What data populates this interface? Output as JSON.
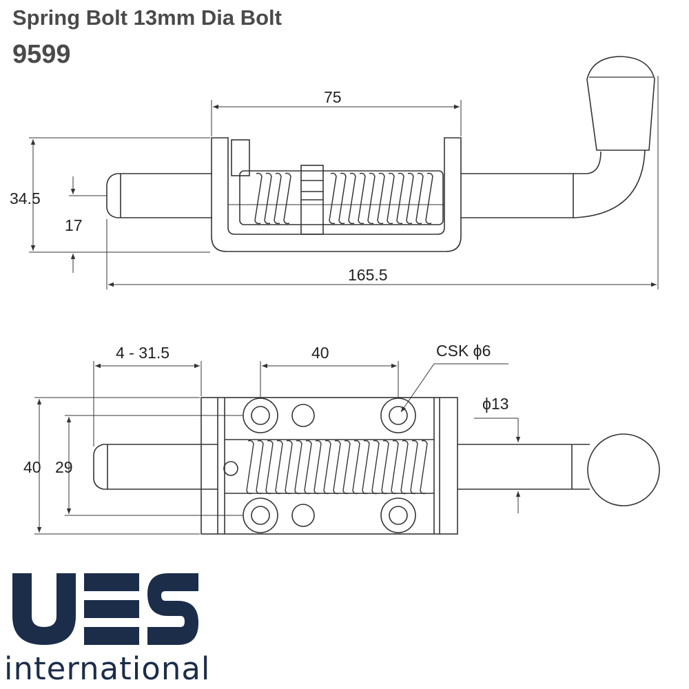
{
  "header": {
    "title": "Spring Bolt 13mm Dia Bolt",
    "code": "9599"
  },
  "side_view": {
    "dim_width": "75",
    "dim_height": "34.5",
    "dim_center": "17",
    "dim_length": "165.5"
  },
  "top_view": {
    "dim_stroke": "4 - 31.5",
    "dim_hole_pitch": "40",
    "dim_hole_label": "CSK ϕ6",
    "dim_bolt_dia": "ϕ13",
    "dim_plate_height": "40",
    "dim_hole_span": "29"
  },
  "logo": {
    "mark": "UES",
    "word": "international",
    "color": "#1c2d4a"
  },
  "colors": {
    "line": "#333333",
    "text": "#4a4a4a"
  }
}
